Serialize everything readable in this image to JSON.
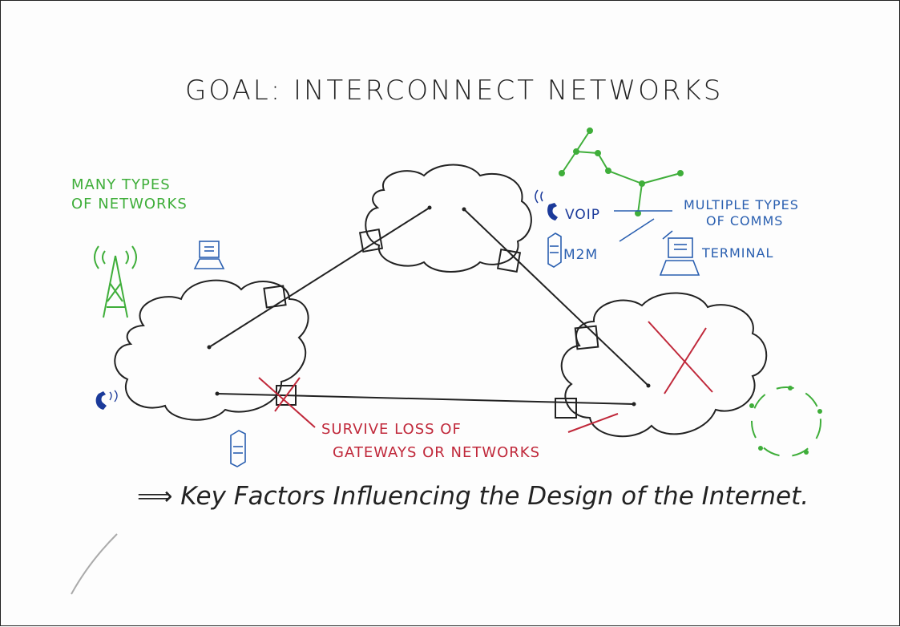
{
  "title": "GOAL: INTERCONNECT NETWORKS",
  "many_types": {
    "line1": "MANY TYPES",
    "line2": "OF NETWORKS"
  },
  "voip": "VOIP",
  "m2m": "M2M",
  "multiple_types": {
    "line1": "MULTIPLE TYPES",
    "line2": "OF COMMS"
  },
  "terminal": "TERMINAL",
  "survive": {
    "line1": "SURVIVE LOSS OF",
    "line2": "GATEWAYS OR NETWORKS"
  },
  "key_factors": "⟹ Key Factors Influencing the Design of the Internet.",
  "colors": {
    "green": "#3fae3a",
    "blue": "#2a5fb0",
    "navy": "#1b3a9a",
    "red": "#c0283a",
    "ink": "#222222"
  }
}
